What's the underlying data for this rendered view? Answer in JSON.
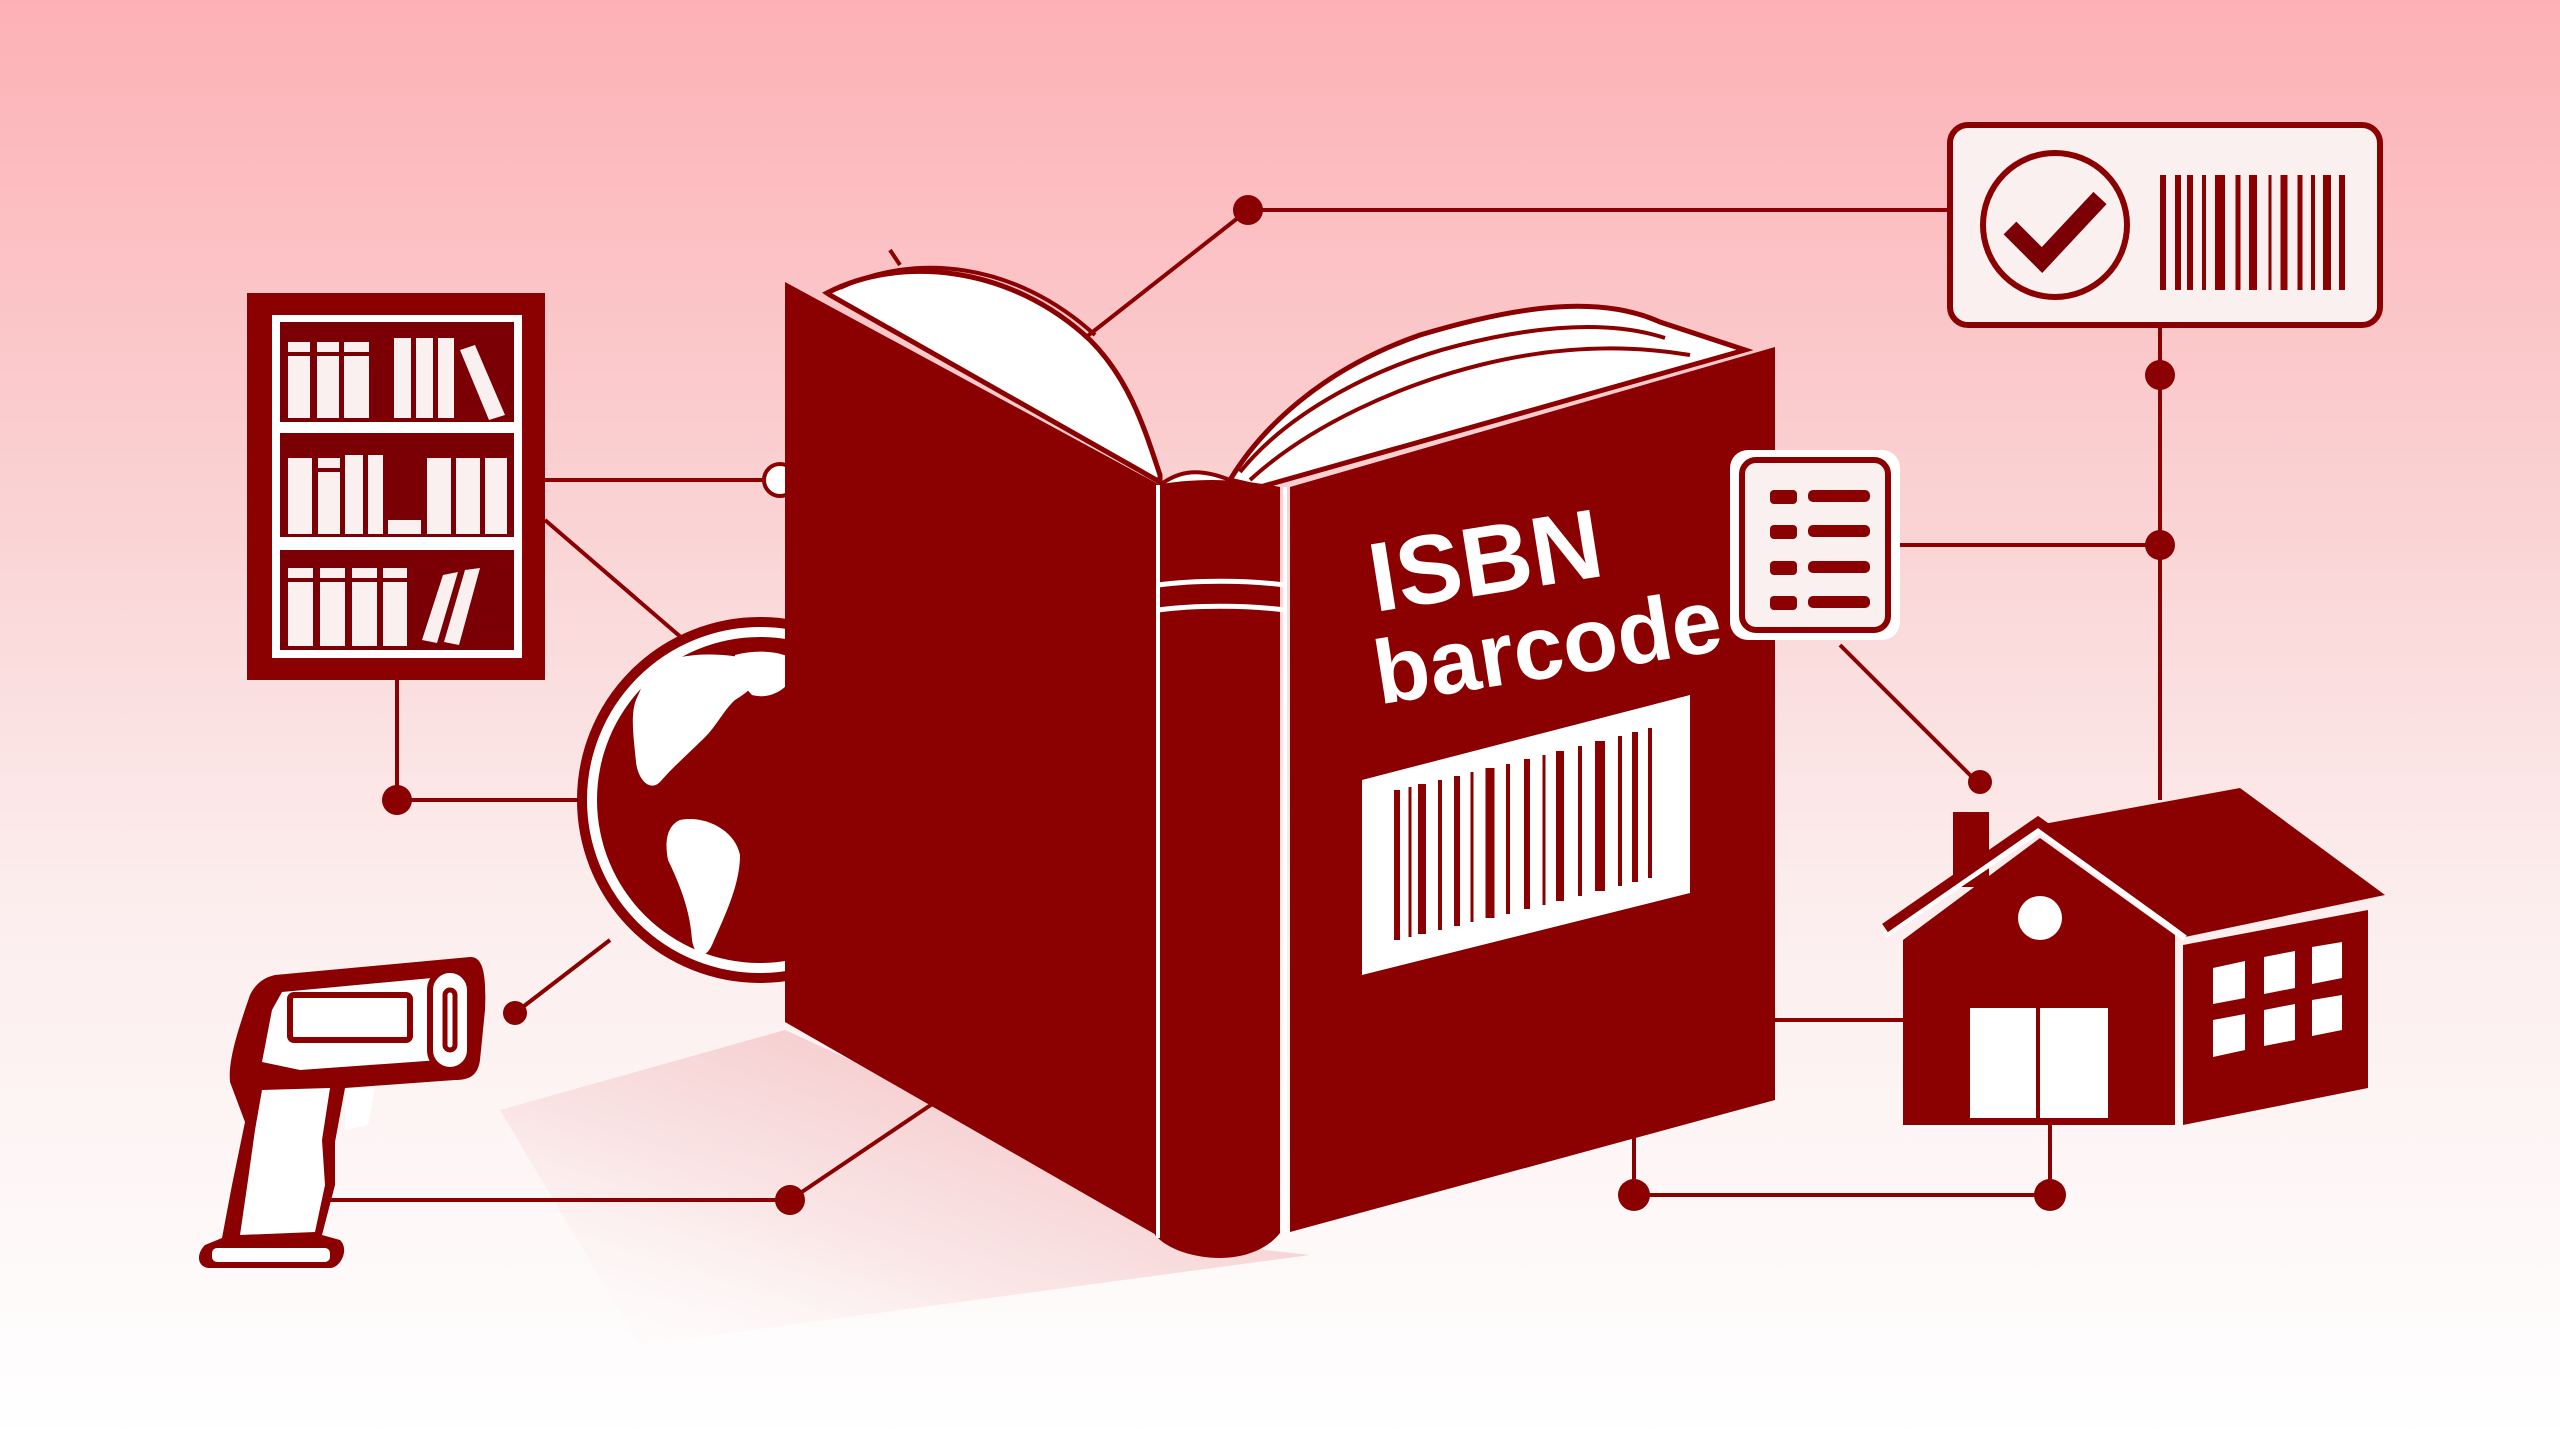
{
  "illustration": {
    "subject": "ISBN barcode concept illustration",
    "book_cover": {
      "title_line1": "ISBN",
      "title_line2": "barcode"
    },
    "icons": [
      {
        "name": "bookshelf-icon",
        "position": "top-left"
      },
      {
        "name": "globe-icon",
        "position": "middle-left"
      },
      {
        "name": "barcode-scanner-icon",
        "position": "bottom-left"
      },
      {
        "name": "open-book-icon",
        "position": "center"
      },
      {
        "name": "verified-barcode-card-icon",
        "position": "top-right"
      },
      {
        "name": "list-document-icon",
        "position": "middle-right"
      },
      {
        "name": "warehouse-house-icon",
        "position": "bottom-right"
      }
    ]
  },
  "colors": {
    "primary": "#8B0000",
    "primary_dark": "#7A0006",
    "background_top": "#FDB1B6",
    "background_mid": "#FBE3E4",
    "background_bottom": "#FFFFFF",
    "card_fill": "#FAF0F0",
    "white": "#FFFFFF"
  }
}
